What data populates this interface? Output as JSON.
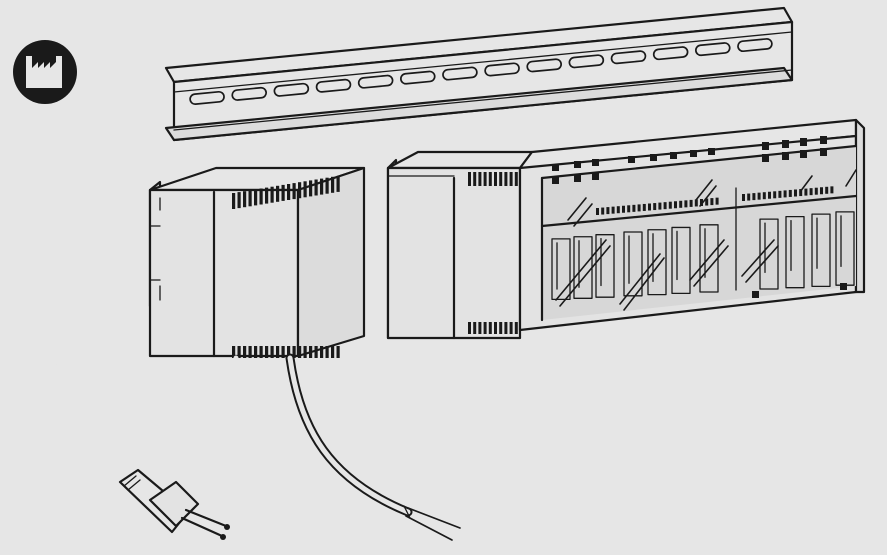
{
  "background": "#e6e6e6",
  "line_color": "#1a1a1a",
  "icons": {
    "factory": "factory-icon"
  },
  "components": {
    "din_rail": "din-rail",
    "power_supply": "transformer-power-supply",
    "controller": "multi-zone-controller",
    "power_cable": "power-cable-with-plug",
    "output_cable": "stripped-wire-cable"
  }
}
